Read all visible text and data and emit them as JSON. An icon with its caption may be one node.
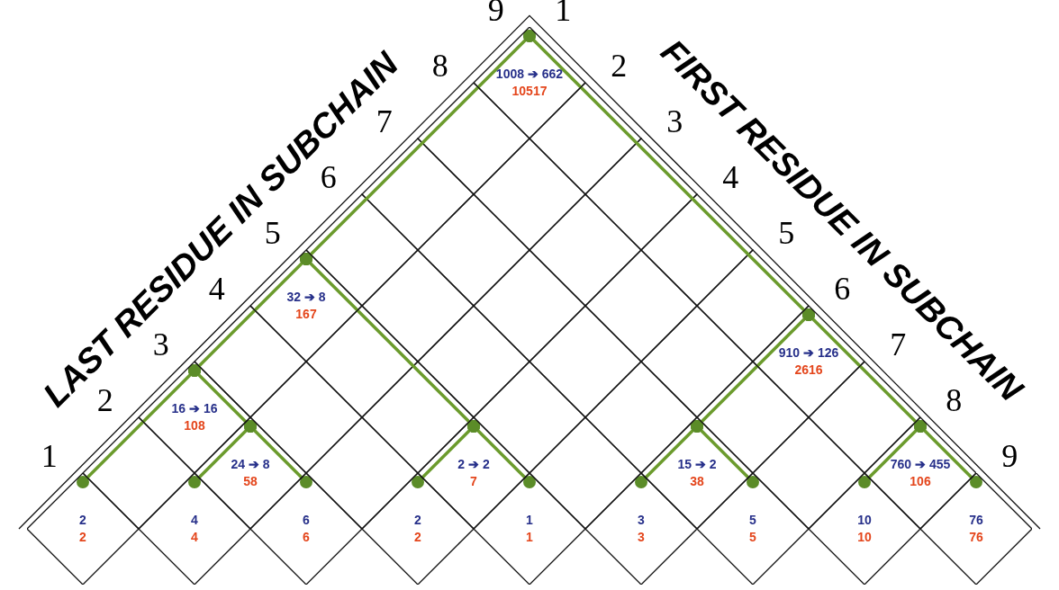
{
  "diagram": {
    "nodes": [
      {
        "text": [
          "1008 ➔ 662",
          "10517"
        ]
      },
      {
        "text": [
          "32 ➔ 8",
          "167"
        ]
      },
      {
        "text": [
          "910 ➔ 126",
          "2616"
        ]
      },
      {
        "text": [
          "16 ➔ 16",
          "108"
        ]
      },
      {
        "text": [
          "24 ➔ 8",
          "58"
        ]
      },
      {
        "text": [
          "2 ➔ 2",
          "7"
        ]
      },
      {
        "text": [
          "15 ➔ 2",
          "38"
        ]
      },
      {
        "text": [
          "760 ➔ 455",
          "106"
        ]
      },
      {
        "text": [
          "2",
          "2"
        ]
      },
      {
        "text": [
          "4",
          "4"
        ]
      },
      {
        "text": [
          "6",
          "6"
        ]
      },
      {
        "text": [
          "2",
          "2"
        ]
      },
      {
        "text": [
          "1",
          "1"
        ]
      },
      {
        "text": [
          "3",
          "3"
        ]
      },
      {
        "text": [
          "5",
          "5"
        ]
      },
      {
        "text": [
          "10",
          "10"
        ]
      },
      {
        "text": [
          "76",
          "76"
        ]
      }
    ],
    "edges": [
      {
        "from": 0,
        "to": 1,
        "arrow": "other"
      },
      {
        "from": 0,
        "to": 2,
        "arrow": "other"
      },
      {
        "from": 1,
        "to": 3,
        "arrow": "other"
      },
      {
        "from": 1,
        "to": 5,
        "arrow": "other"
      },
      {
        "from": 3,
        "to": 8,
        "arrow": "other"
      },
      {
        "from": 3,
        "to": 4,
        "arrow": "other"
      },
      {
        "from": 4,
        "to": 9,
        "arrow": "other"
      },
      {
        "from": 4,
        "to": 10,
        "arrow": "other"
      },
      {
        "from": 5,
        "to": 11,
        "arrow": "other"
      },
      {
        "from": 5,
        "to": 12,
        "arrow": "other"
      },
      {
        "from": 2,
        "to": 6,
        "arrow": "other"
      },
      {
        "from": 2,
        "to": 7,
        "arrow": "other"
      },
      {
        "from": 6,
        "to": 13,
        "arrow": "other"
      },
      {
        "from": 6,
        "to": 14,
        "arrow": "other"
      },
      {
        "from": 7,
        "to": 15,
        "arrow": "other"
      },
      {
        "from": 7,
        "to": 16,
        "arrow": "other"
      }
    ],
    "labels": [
      "LAST RESIDUE IN SUBCHAIN",
      "FIRST RESIDUE IN SUBCHAIN",
      "9",
      "1",
      "8",
      "2",
      "7",
      "3",
      "6",
      "4",
      "5",
      "5",
      "4",
      "6",
      "3",
      "7",
      "2",
      "8",
      "1",
      "9"
    ]
  }
}
